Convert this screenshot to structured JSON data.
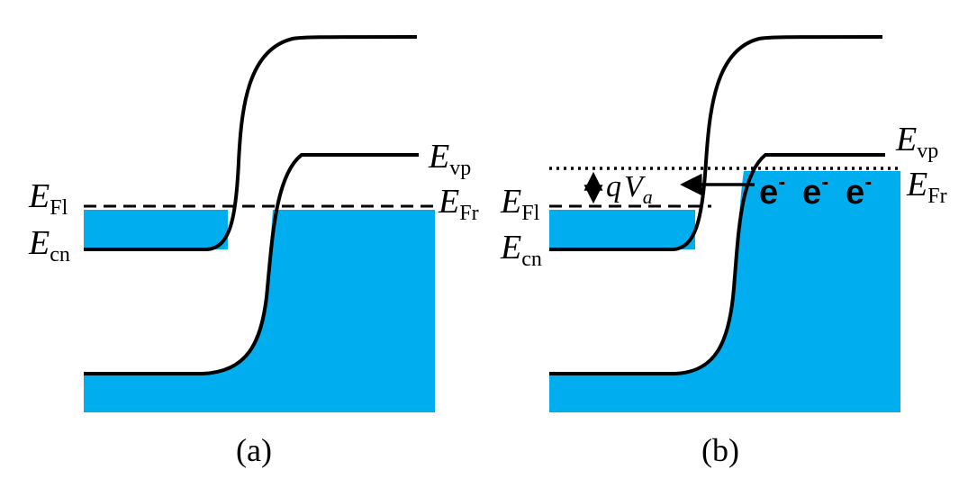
{
  "colors": {
    "fill": "#00AEEF",
    "line": "#000000",
    "background": "#FFFFFF"
  },
  "panel_a": {
    "caption": "(a)",
    "labels": {
      "E_Fl": {
        "main": "E",
        "sub": "Fl"
      },
      "E_cn": {
        "main": "E",
        "sub": "cn"
      },
      "E_vp": {
        "main": "E",
        "sub": "vp"
      },
      "E_Fr": {
        "main": "E",
        "sub": "Fr"
      }
    }
  },
  "panel_b": {
    "caption": "(b)",
    "labels": {
      "E_Fl": {
        "main": "E",
        "sub": "Fl"
      },
      "E_cn": {
        "main": "E",
        "sub": "cn"
      },
      "E_vp": {
        "main": "E",
        "sub": "vp"
      },
      "E_Fr": {
        "main": "E",
        "sub": "Fr"
      },
      "qVa": {
        "q": "q",
        "V": "V",
        "sub": "a"
      }
    },
    "electrons": [
      {
        "base": "e",
        "sup": "-"
      },
      {
        "base": "e",
        "sup": "-"
      },
      {
        "base": "e",
        "sup": "-"
      }
    ]
  }
}
